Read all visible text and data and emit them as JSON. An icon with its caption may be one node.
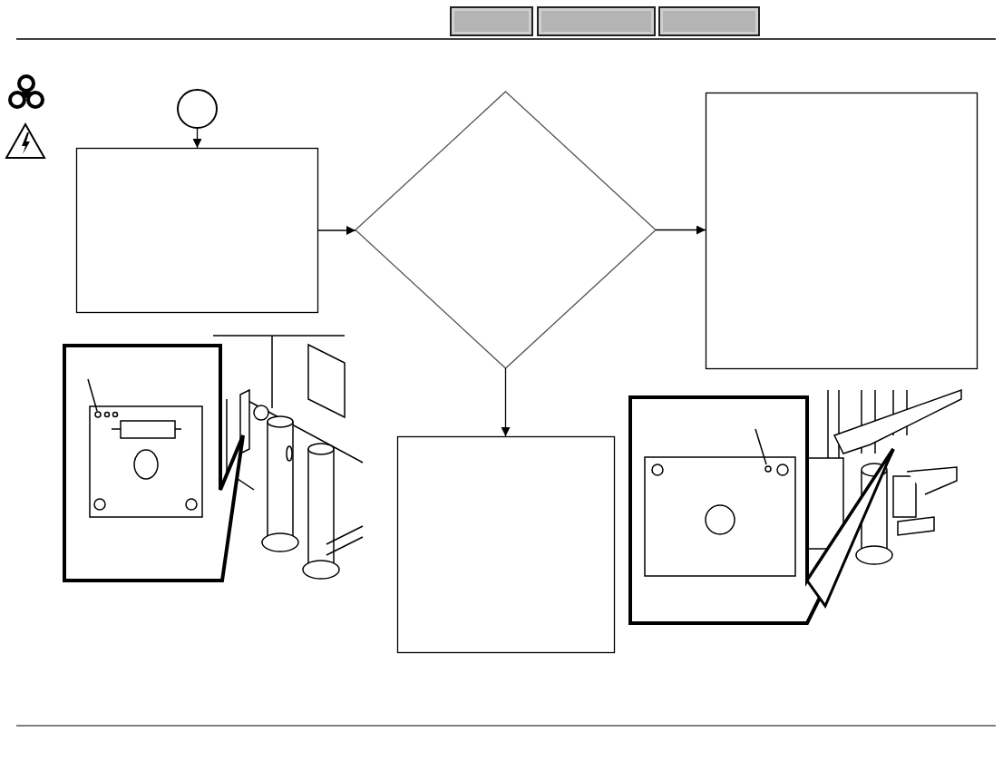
{
  "diagram": {
    "nodes": [
      {
        "text": [],
        "shape": "circle"
      },
      {
        "text": [],
        "shape": "box"
      },
      {
        "text": [],
        "shape": "diamond"
      },
      {
        "text": [],
        "shape": "box"
      },
      {
        "text": [],
        "shape": "box"
      }
    ],
    "edges": [
      {
        "from": 0,
        "to": 1,
        "arrow": "to"
      },
      {
        "from": 1,
        "to": 2,
        "arrow": "to"
      },
      {
        "from": 2,
        "to": 3,
        "arrow": "to"
      },
      {
        "from": 2,
        "to": 4,
        "arrow": "to"
      }
    ]
  }
}
